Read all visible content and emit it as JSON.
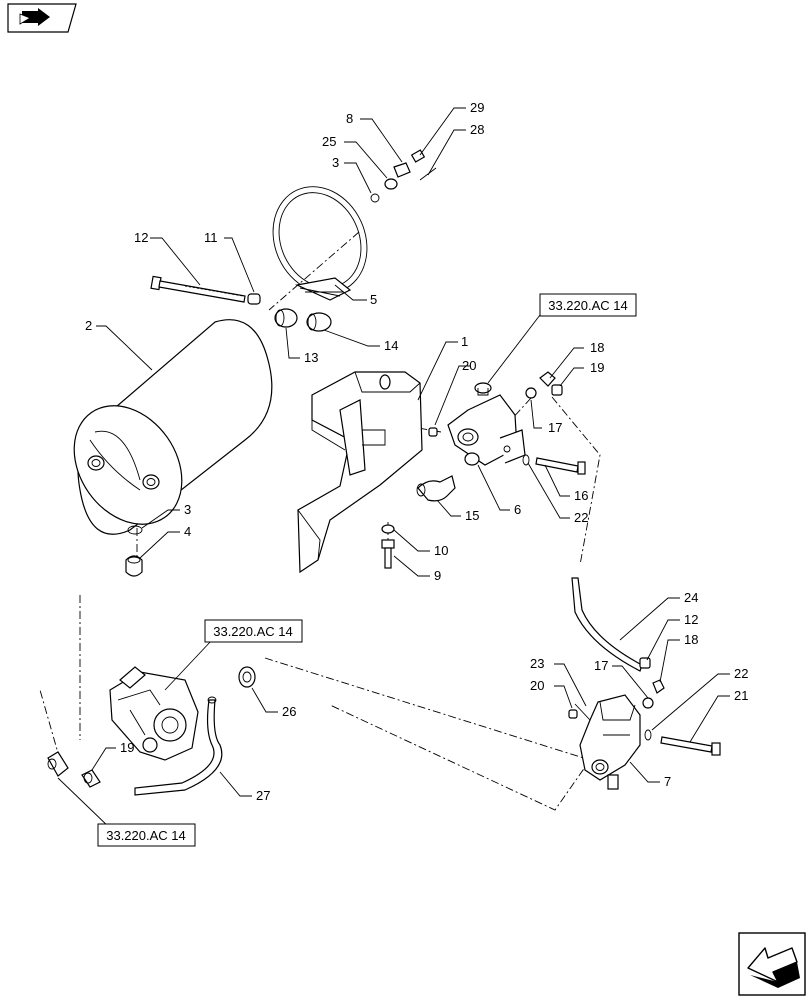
{
  "nav_icon_top": "book-arrow-icon",
  "nav_icon_bottom": "prev-page-arrow-icon",
  "references": {
    "ref_upper": "33.220.AC 14",
    "ref_middle": "33.220.AC 14",
    "ref_lower": "33.220.AC 14"
  },
  "callouts": {
    "c1": "1",
    "c2": "2",
    "c3a": "3",
    "c3b": "3",
    "c4": "4",
    "c5": "5",
    "c6": "6",
    "c7": "7",
    "c8": "8",
    "c9": "9",
    "c10": "10",
    "c11": "11",
    "c12a": "12",
    "c12b": "12",
    "c13": "13",
    "c14": "14",
    "c15": "15",
    "c16": "16",
    "c17a": "17",
    "c17b": "17",
    "c18a": "18",
    "c18b": "18",
    "c19a": "19",
    "c19b": "19",
    "c20a": "20",
    "c20b": "20",
    "c21": "21",
    "c22a": "22",
    "c22b": "22",
    "c23": "23",
    "c24": "24",
    "c25": "25",
    "c26": "26",
    "c27": "27",
    "c28": "28",
    "c29": "29"
  }
}
